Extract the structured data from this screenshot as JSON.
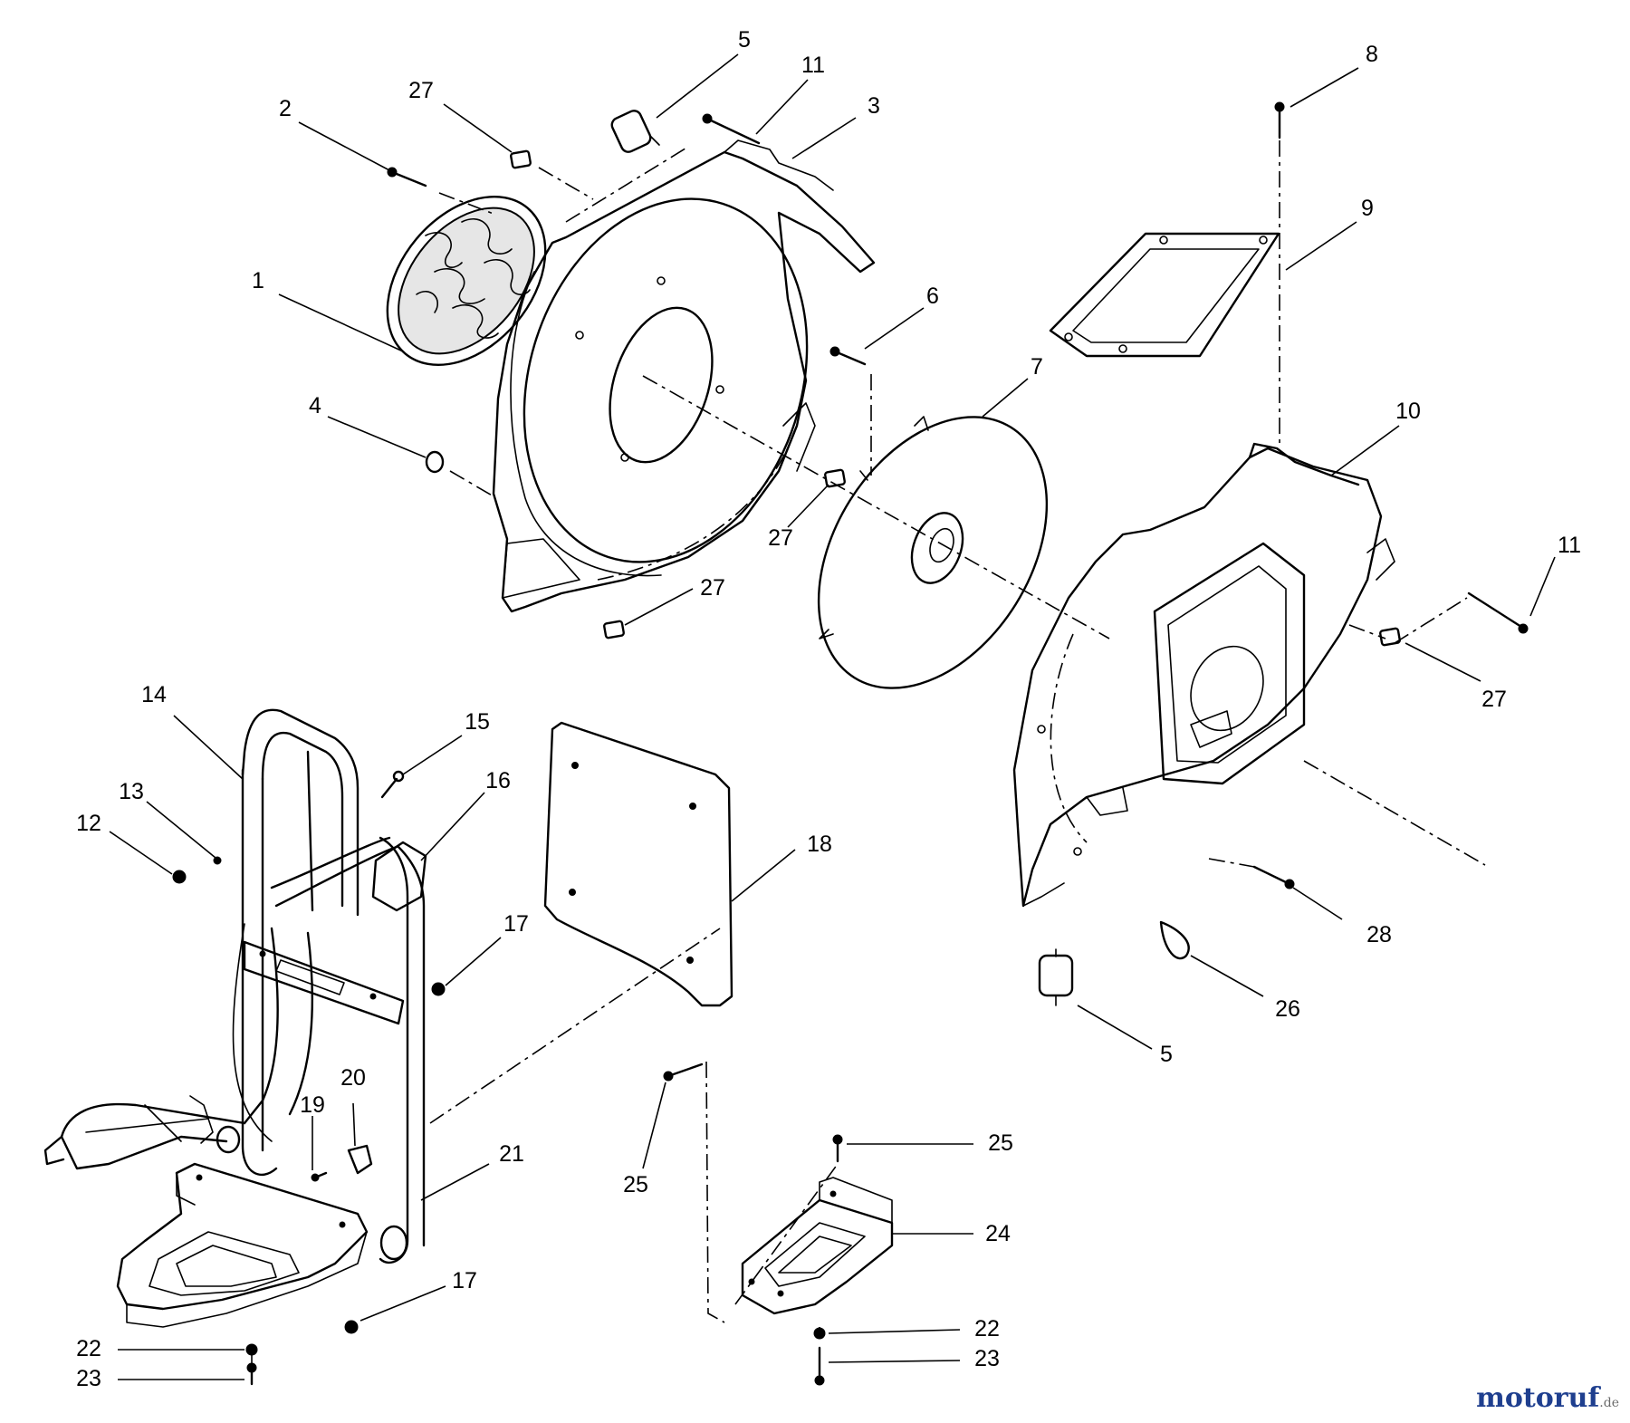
{
  "callouts": [
    {
      "label": "1"
    },
    {
      "label": "2"
    },
    {
      "label": "3"
    },
    {
      "label": "4"
    },
    {
      "label": "5"
    },
    {
      "label": "5"
    },
    {
      "label": "6"
    },
    {
      "label": "7"
    },
    {
      "label": "8"
    },
    {
      "label": "9"
    },
    {
      "label": "10"
    },
    {
      "label": "11"
    },
    {
      "label": "11"
    },
    {
      "label": "12"
    },
    {
      "label": "13"
    },
    {
      "label": "14"
    },
    {
      "label": "15"
    },
    {
      "label": "16"
    },
    {
      "label": "17"
    },
    {
      "label": "17"
    },
    {
      "label": "18"
    },
    {
      "label": "19"
    },
    {
      "label": "20"
    },
    {
      "label": "21"
    },
    {
      "label": "22"
    },
    {
      "label": "22"
    },
    {
      "label": "23"
    },
    {
      "label": "23"
    },
    {
      "label": "24"
    },
    {
      "label": "25"
    },
    {
      "label": "25"
    },
    {
      "label": "26"
    },
    {
      "label": "27"
    },
    {
      "label": "27"
    },
    {
      "label": "27"
    },
    {
      "label": "27"
    },
    {
      "label": "28"
    }
  ],
  "watermark": {
    "main": "motoruf",
    "suffix": ".de"
  },
  "colors": {
    "ink": "#000000",
    "watermark": "#1f3f8f"
  }
}
